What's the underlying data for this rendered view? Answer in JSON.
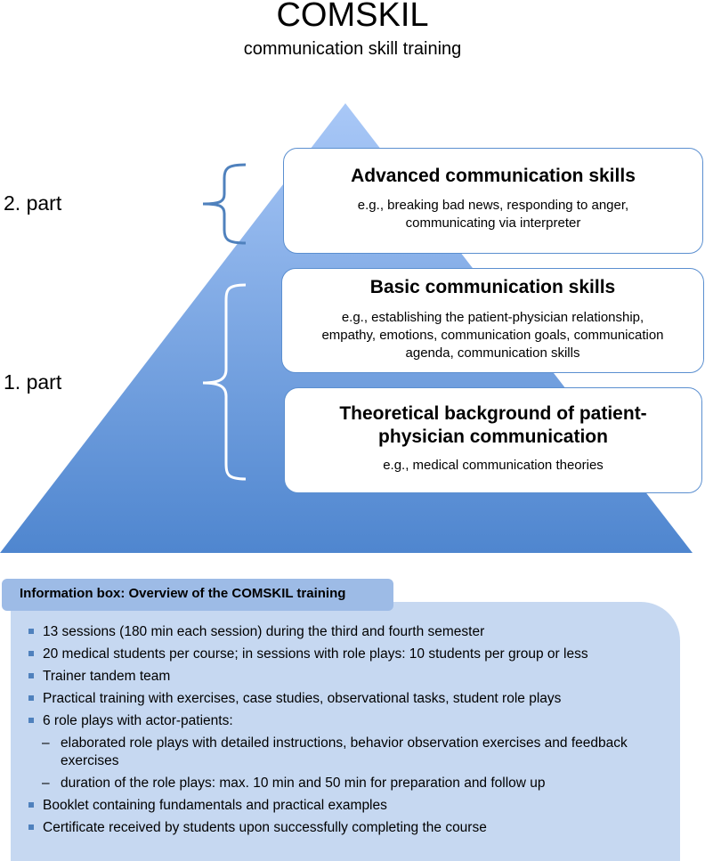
{
  "header": {
    "title": "COMSKIL",
    "subtitle": "communication skill training"
  },
  "parts": {
    "part2": "2. part",
    "part1": "1. part"
  },
  "levels": [
    {
      "title": "Advanced communication skills",
      "example_lines": [
        "e.g., breaking bad news, responding to anger,",
        "communicating via interpreter"
      ]
    },
    {
      "title": "Basic communication skills",
      "example_lines": [
        "e.g., establishing the patient-physician relationship,",
        "empathy, emotions, communication goals, communication",
        "agenda, communication skills"
      ]
    },
    {
      "title_lines": [
        "Theoretical background of patient-",
        "physician communication"
      ],
      "example": "e.g., medical communication theories"
    }
  ],
  "info_box": {
    "header": "Information box: Overview of the COMSKIL training",
    "items": [
      "13 sessions (180 min each session) during the third and fourth semester",
      "20 medical students per course; in sessions with role plays: 10 students per group or less",
      "Trainer tandem team",
      "Practical training with exercises, case studies, observational tasks, student role plays",
      "6 role plays with actor-patients:",
      "Booklet containing fundamentals and practical examples",
      "Certificate received by students upon successfully completing the course"
    ],
    "sub_items": [
      "elaborated role plays with detailed instructions, behavior observation exercises and feedback exercises",
      "duration of the role plays: max. 10 min and 50 min for preparation and follow up"
    ]
  },
  "colors": {
    "pyramid_top": "#a9c8f7",
    "pyramid_bottom": "#4f86cf",
    "card_border": "#5b8fd0",
    "bracket": "#4f81bd",
    "info_header": "#9dbbe6",
    "info_body": "#c6d8f1"
  }
}
